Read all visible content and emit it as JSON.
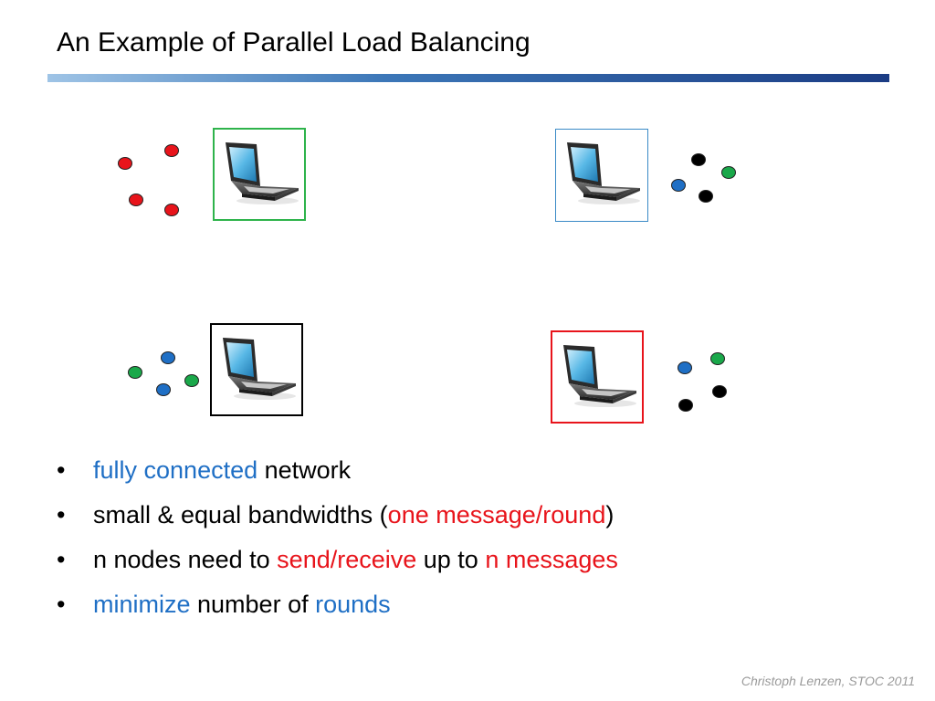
{
  "title": "An Example of Parallel Load Balancing",
  "colors": {
    "red": "#e8141b",
    "blue": "#1f6fc5",
    "green": "#1aa84a",
    "black": "#000000"
  },
  "nodes": [
    {
      "name": "top-left",
      "icon": "laptop-icon",
      "border": "#2eb34b",
      "messages": [
        "red",
        "red",
        "red",
        "red"
      ]
    },
    {
      "name": "top-right",
      "icon": "laptop-icon",
      "border": "#3a8ac6",
      "messages": [
        "black",
        "green",
        "blue",
        "black"
      ]
    },
    {
      "name": "bottom-left",
      "icon": "laptop-icon",
      "border": "#000000",
      "messages": [
        "blue",
        "green",
        "green",
        "blue"
      ]
    },
    {
      "name": "bottom-right",
      "icon": "laptop-icon",
      "border": "#e8141b",
      "messages": [
        "green",
        "blue",
        "black",
        "black"
      ]
    }
  ],
  "bullets": [
    {
      "bullet": "•",
      "parts": [
        {
          "text": "fully connected",
          "style": "blue"
        },
        {
          "text": " network",
          "style": "plain"
        }
      ]
    },
    {
      "bullet": "•",
      "parts": [
        {
          "text": "small & equal bandwidths (",
          "style": "plain"
        },
        {
          "text": "one message/round",
          "style": "red"
        },
        {
          "text": ")",
          "style": "plain"
        }
      ]
    },
    {
      "bullet": "•",
      "parts": [
        {
          "text": "n nodes need to ",
          "style": "plain"
        },
        {
          "text": "send/receive",
          "style": "red"
        },
        {
          "text": " up to ",
          "style": "plain"
        },
        {
          "text": "n messages",
          "style": "red"
        }
      ]
    },
    {
      "bullet": "•",
      "parts": [
        {
          "text": "minimize",
          "style": "blue"
        },
        {
          "text": " number of ",
          "style": "plain"
        },
        {
          "text": "rounds",
          "style": "blue"
        }
      ]
    }
  ],
  "footer": "Christoph Lenzen, STOC 2011"
}
